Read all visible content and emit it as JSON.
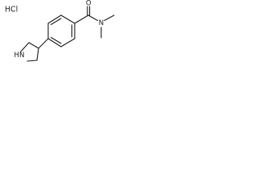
{
  "molecule": {
    "salt_label": "HCl",
    "atoms": {
      "amide_oxygen": "O",
      "amide_nitrogen": "N",
      "pyrrolidine_nitrogen": "HN"
    }
  },
  "colors": {
    "ink": "#1a1a1a",
    "background": "#ffffff"
  }
}
